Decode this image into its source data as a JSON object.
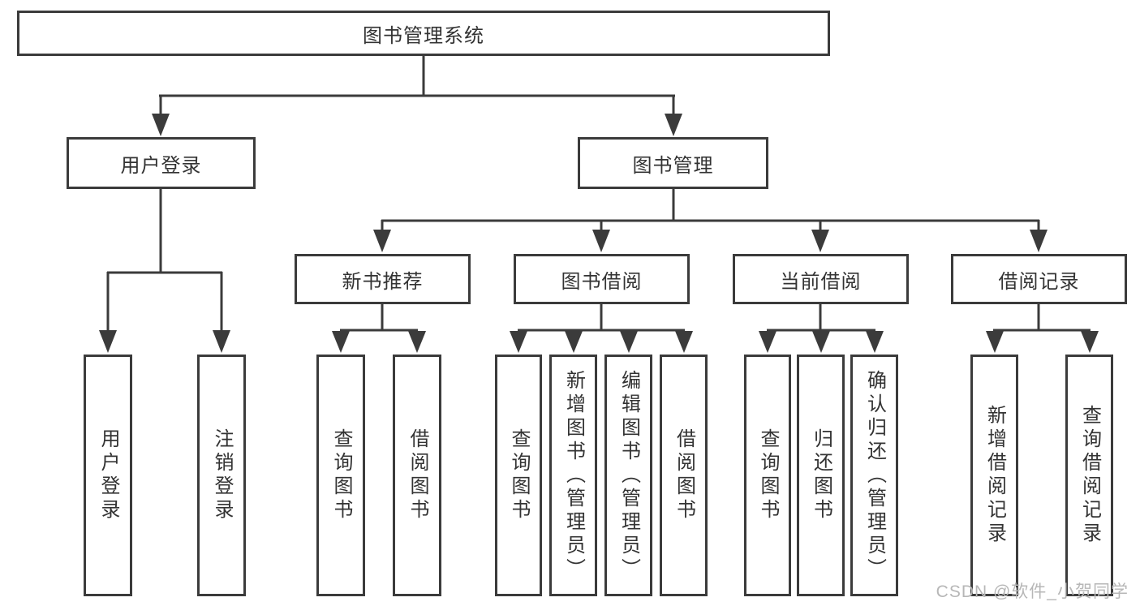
{
  "colors": {
    "line": "#3b3b3b",
    "text": "#333333",
    "box_bg": "#ffffff",
    "watermark": "#b7b7b7"
  },
  "watermark": {
    "text": "CSDN @软件_小贺同学"
  },
  "diagram": {
    "root": {
      "label": "图书管理系统"
    },
    "branches": [
      {
        "label": "用户登录",
        "children": [
          {
            "label": "用户登录"
          },
          {
            "label": "注销登录"
          }
        ]
      },
      {
        "label": "图书管理",
        "children": [
          {
            "label": "新书推荐",
            "children": [
              {
                "label": "查询图书"
              },
              {
                "label": "借阅图书"
              }
            ]
          },
          {
            "label": "图书借阅",
            "children": [
              {
                "label": "查询图书"
              },
              {
                "label": "新增图书（管理员）"
              },
              {
                "label": "编辑图书（管理员）"
              },
              {
                "label": "借阅图书"
              }
            ]
          },
          {
            "label": "当前借阅",
            "children": [
              {
                "label": "查询图书"
              },
              {
                "label": "归还图书"
              },
              {
                "label": "确认归还（管理员）"
              }
            ]
          },
          {
            "label": "借阅记录",
            "children": [
              {
                "label": "新增借阅记录"
              },
              {
                "label": "查询借阅记录"
              }
            ]
          }
        ]
      }
    ]
  }
}
